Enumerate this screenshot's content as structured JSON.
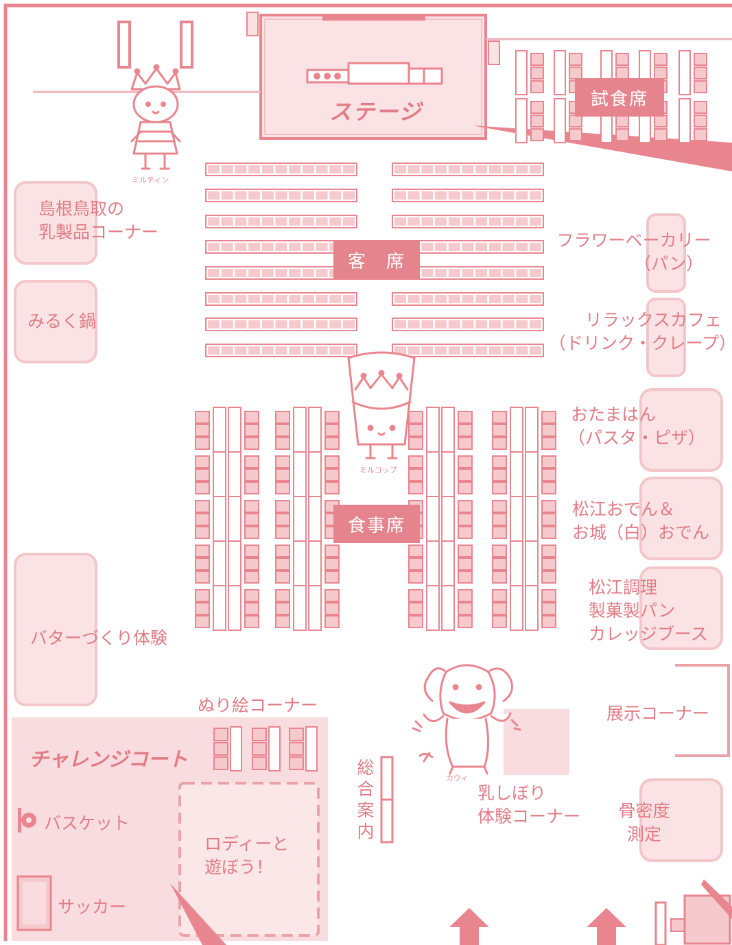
{
  "colors": {
    "line": "#e8858e",
    "fill_light": "#fbe3e5",
    "fill_mid": "#f8d4d7",
    "tag_bg": "#e5848c",
    "text": "#e07c86"
  },
  "stage": {
    "label": "ステージ"
  },
  "tags": {
    "tasting": "試食席",
    "audience": "客　席",
    "dining": "食事席"
  },
  "mascots": {
    "miltin": "ミルティン",
    "milcup": "ミルコップ",
    "cow": "カウィ"
  },
  "left_booths": {
    "dairy": [
      "島根鳥取の",
      "乳製品コーナー"
    ],
    "nabe": "みるく鍋",
    "butter": "バターづくり体験"
  },
  "right_booths": {
    "bakery": [
      "フラワーベーカリー",
      "（パン）"
    ],
    "cafe": [
      "リラックスカフェ",
      "（ドリンク・クレープ）"
    ],
    "otamahan": [
      "おたまはん",
      "（パスタ・ピザ）"
    ],
    "oden": [
      "松江おでん＆",
      "お城（白）おでん"
    ],
    "college": [
      "松江調理",
      "製菓製パン",
      "カレッジブース"
    ],
    "exhibit": "展示コーナー",
    "bone": [
      "骨密度",
      "測定"
    ]
  },
  "bottom": {
    "nurie": "ぬり絵コーナー",
    "challenge_court": "チャレンジコート",
    "basket": "バスケット",
    "soccer": "サッカー",
    "rody": [
      "ロディーと",
      "遊ぼう！"
    ],
    "info": [
      "総",
      "合",
      "案",
      "内"
    ],
    "milking": [
      "乳しぼり",
      "体験コーナー"
    ]
  }
}
